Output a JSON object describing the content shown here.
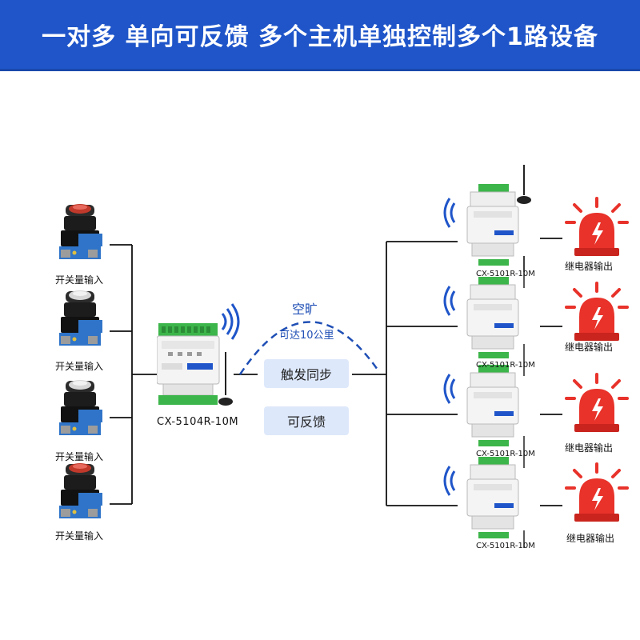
{
  "header": {
    "title": "一对多 单向可反馈 多个主机单独控制多个1路设备",
    "color": "#1f55c9"
  },
  "inputs": [
    {
      "label": "开关量输入"
    },
    {
      "label": "开关量输入"
    },
    {
      "label": "开关量输入"
    },
    {
      "label": "开关量输入"
    }
  ],
  "master": {
    "model": "CX-5104R-10M"
  },
  "link": {
    "environment": "空旷",
    "range": "可达10公里",
    "mode1": "触发同步",
    "mode2": "可反馈"
  },
  "slaves": [
    {
      "model": "CX-5101R-10M",
      "output": "继电器输出"
    },
    {
      "model": "CX-5101R-10M",
      "output": "继电器输出"
    },
    {
      "model": "CX-5101R-10M",
      "output": "继电器输出"
    },
    {
      "model": "CX-5101R-10M",
      "output": "继电器输出"
    }
  ],
  "colors": {
    "accent": "#1f55c9",
    "alarm": "#e8322a",
    "module_green": "#3cb54a",
    "arc": "#1f4fb5"
  }
}
